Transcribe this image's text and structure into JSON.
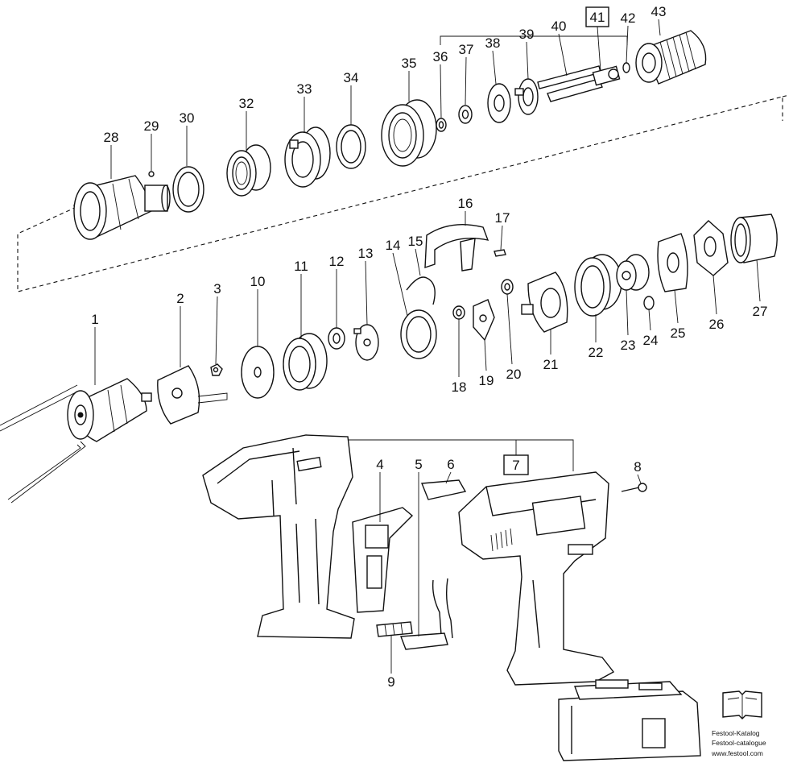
{
  "diagram": {
    "part_numbers": [
      "1",
      "2",
      "3",
      "4",
      "5",
      "6",
      "8",
      "9",
      "10",
      "11",
      "12",
      "13",
      "14",
      "15",
      "16",
      "17",
      "18",
      "19",
      "20",
      "21",
      "22",
      "23",
      "24",
      "25",
      "26",
      "27",
      "28",
      "29",
      "30",
      "32",
      "33",
      "34",
      "35",
      "36",
      "37",
      "38",
      "39",
      "40",
      "42",
      "43"
    ],
    "boxed_numbers": [
      "41",
      "7"
    ]
  },
  "catalog_badge": {
    "icon": "open-book-icon",
    "line1": "Festool-Katalog",
    "line2": "Festool-catalogue",
    "line3": "www.festool.com"
  }
}
